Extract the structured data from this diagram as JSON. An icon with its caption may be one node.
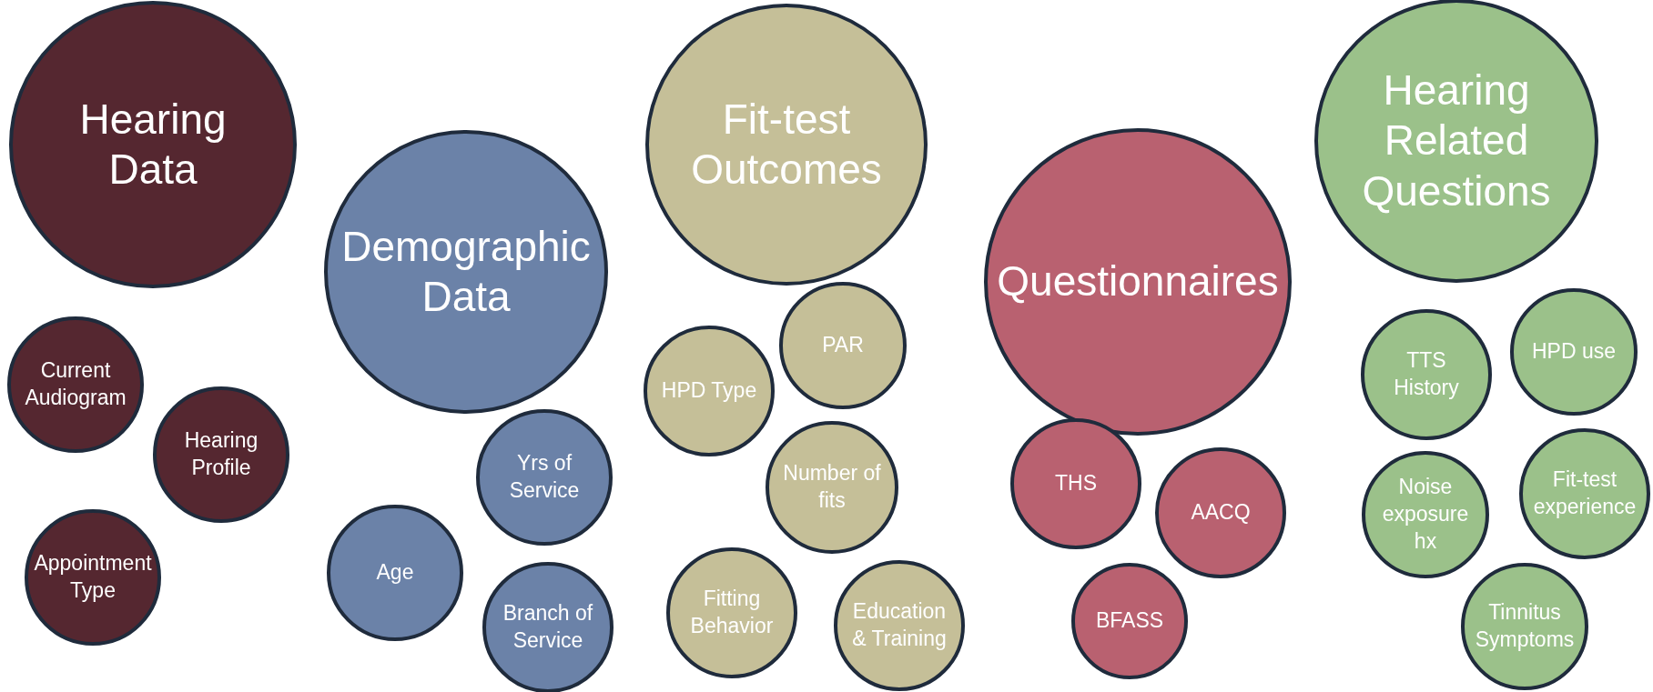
{
  "diagram": {
    "nodes": [
      {
        "text": [
          "Hearing Data"
        ]
      },
      {
        "text": [
          "Current Audiogram"
        ]
      },
      {
        "text": [
          "Hearing Profile"
        ]
      },
      {
        "text": [
          "Appointment Type"
        ]
      },
      {
        "text": [
          "Demographic Data"
        ]
      },
      {
        "text": [
          "Yrs of Service"
        ]
      },
      {
        "text": [
          "Age"
        ]
      },
      {
        "text": [
          "Branch of Service"
        ]
      },
      {
        "text": [
          "Fit-test Outcomes"
        ]
      },
      {
        "text": [
          "PAR"
        ]
      },
      {
        "text": [
          "HPD Type"
        ]
      },
      {
        "text": [
          "Number of fits"
        ]
      },
      {
        "text": [
          "Fitting Behavior"
        ]
      },
      {
        "text": [
          "Education & Training"
        ]
      },
      {
        "text": [
          "Questionnaires"
        ]
      },
      {
        "text": [
          "THS"
        ]
      },
      {
        "text": [
          "AACQ"
        ]
      },
      {
        "text": [
          "BFASS"
        ]
      },
      {
        "text": [
          "Hearing Related Questions"
        ]
      },
      {
        "text": [
          "TTS History"
        ]
      },
      {
        "text": [
          "HPD use"
        ]
      },
      {
        "text": [
          "Noise exposure hx"
        ]
      },
      {
        "text": [
          "Fit-test experience"
        ]
      },
      {
        "text": [
          "Tinnitus Symptoms"
        ]
      }
    ]
  }
}
